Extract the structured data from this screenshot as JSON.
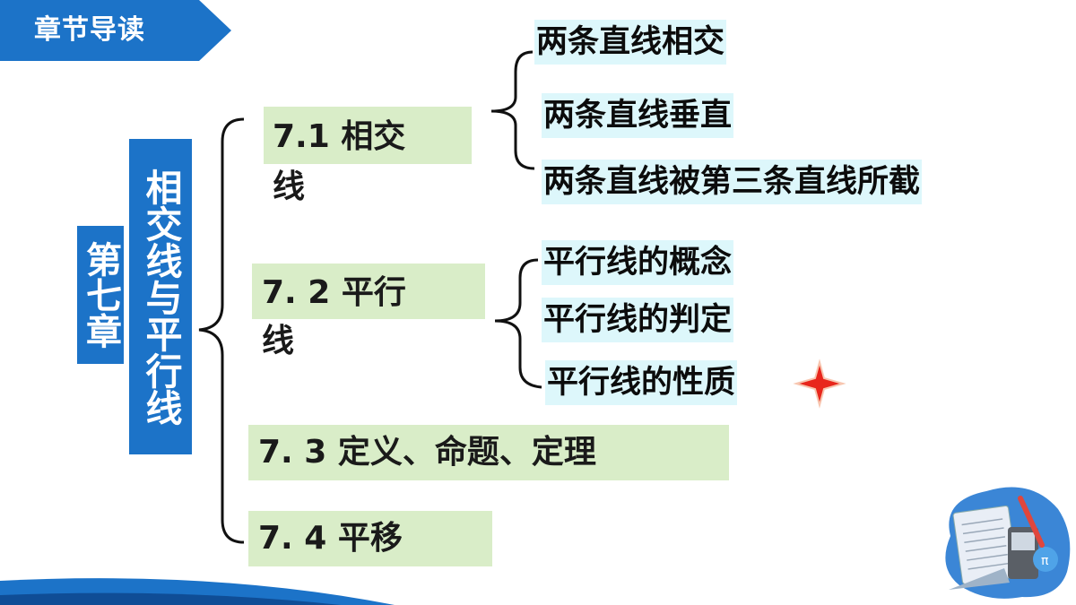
{
  "header": {
    "title": "章节导读"
  },
  "chapter": {
    "number_label": "第七章",
    "title": "相交线与平行线"
  },
  "sections": [
    {
      "label_line1": "7.1  相交",
      "label_line2": "线"
    },
    {
      "label_line1": "7. 2  平行",
      "label_line2": "线"
    },
    {
      "label": "7. 3  定义、命题、定理"
    },
    {
      "label": "7. 4  平移"
    }
  ],
  "topics_7_1": [
    "两条直线相交",
    "两条直线垂直",
    "两条直线被第三条直线所截"
  ],
  "topics_7_2": [
    "平行线的概念",
    "平行线的判定",
    "平行线的性质"
  ],
  "colors": {
    "accent_blue": "#1c73c8",
    "section_green": "#d9edc8",
    "topic_cyan": "#ddf7fb",
    "star_red": "#e8261c"
  },
  "icons": {
    "star": "star-icon",
    "decoration": "math-stationery-illustration"
  }
}
